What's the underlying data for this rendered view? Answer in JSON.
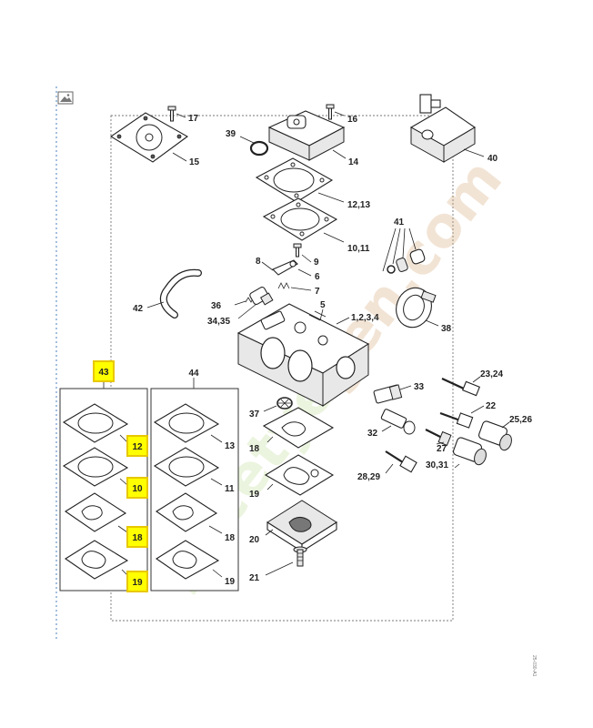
{
  "diagram_code": "25-030-A1",
  "watermark": "pecetyegen.com",
  "colors": {
    "highlight": "#ffff00",
    "highlight_border": "#e8c800",
    "watermark_green": "#b8d88a",
    "watermark_orange": "#d4a06a",
    "border_dash": "#4a7fc0"
  },
  "icons": {
    "image_icon": "picture-icon"
  },
  "kit_43": {
    "number": "43",
    "parts": [
      "12",
      "10",
      "18",
      "19"
    ]
  },
  "kit_44": {
    "number": "44",
    "parts": [
      "13",
      "11",
      "18",
      "19"
    ]
  },
  "callouts": {
    "c17": "17",
    "c16": "16",
    "c39": "39",
    "c15": "15",
    "c14": "14",
    "c40": "40",
    "c12_13": "12,13",
    "c10_11": "10,11",
    "c41": "41",
    "c8": "8",
    "c9": "9",
    "c6": "6",
    "c42": "42",
    "c36": "36",
    "c7": "7",
    "c5": "5",
    "c34_35": "34,35",
    "c1234": "1,2,3,4",
    "c38": "38",
    "c23_24": "23,24",
    "c33": "33",
    "c22": "22",
    "c25_26": "25,26",
    "c37": "37",
    "c18": "18",
    "c32": "32",
    "c27": "27",
    "c30_31": "30,31",
    "c19": "19",
    "c28_29": "28,29",
    "c20": "20",
    "c21": "21"
  }
}
